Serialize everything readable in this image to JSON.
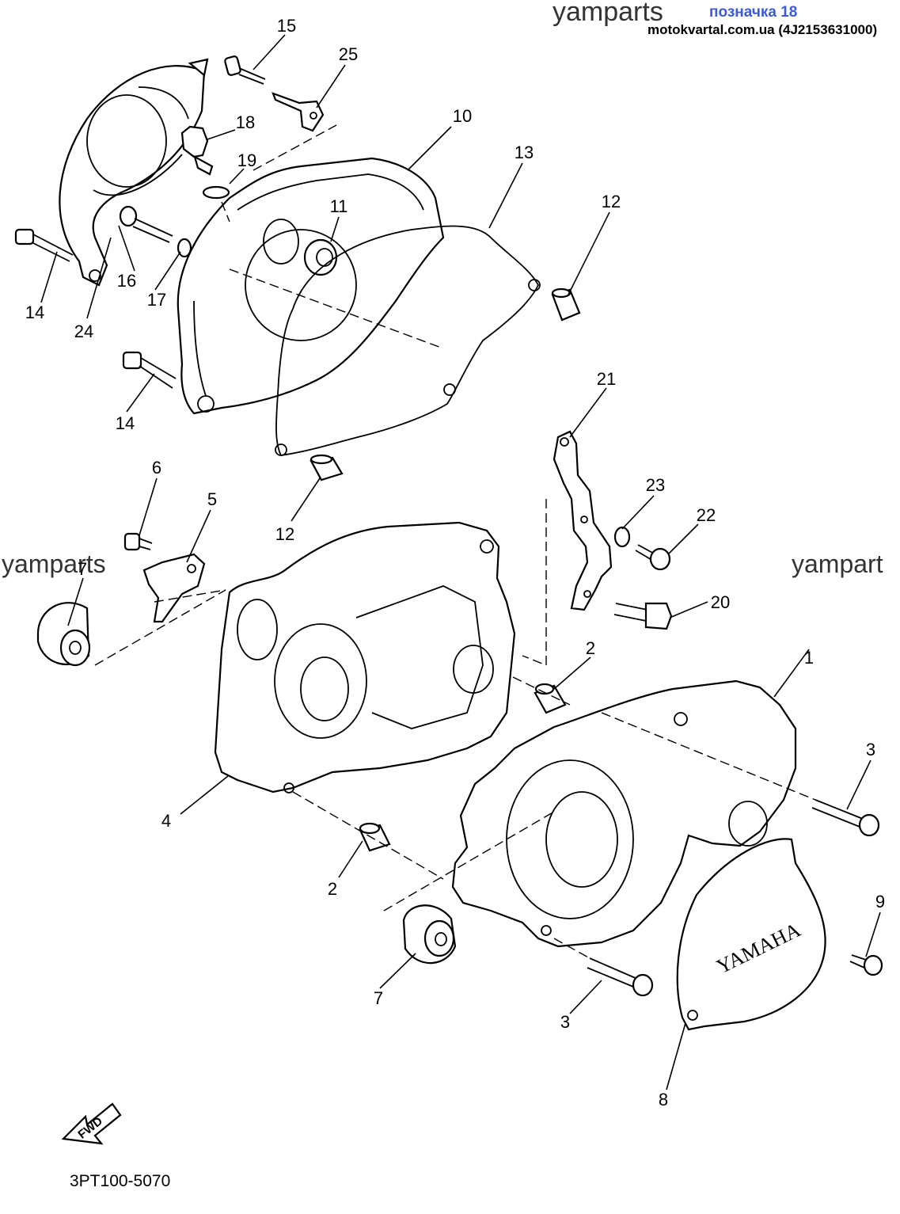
{
  "watermarks": {
    "top": "yamparts",
    "left": "yamparts",
    "right": "yampart",
    "middle": "yamparts"
  },
  "badge": "позначка 18",
  "site": "motokvartal.com.ua (4J2153631000)",
  "part_code": "3PT100-5070",
  "fwd_label": "FWD",
  "cover_logo": "YAMAHA",
  "callouts": [
    "1",
    "2",
    "2",
    "3",
    "3",
    "4",
    "5",
    "6",
    "7",
    "7",
    "8",
    "9",
    "10",
    "11",
    "12",
    "12",
    "13",
    "14",
    "14",
    "15",
    "16",
    "17",
    "18",
    "19",
    "20",
    "21",
    "22",
    "23",
    "24",
    "25"
  ]
}
